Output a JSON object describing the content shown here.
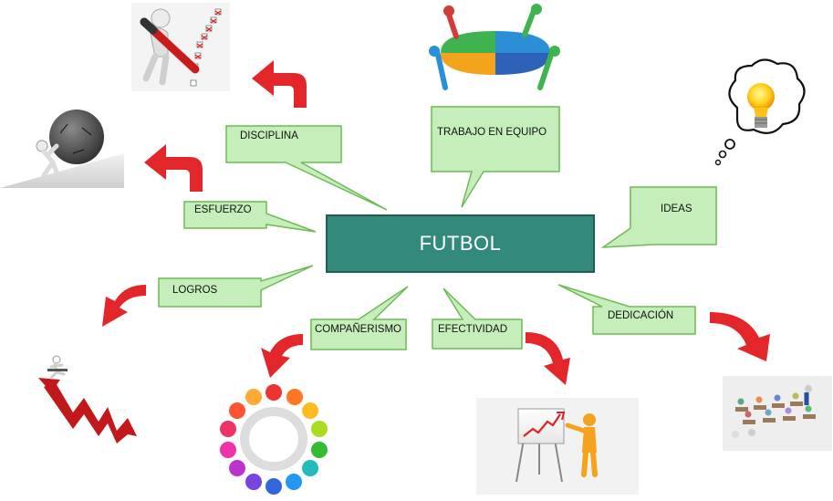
{
  "central": {
    "label": "FUTBOL"
  },
  "callouts": {
    "disciplina": "DISCIPLINA",
    "trabajo_en_equipo": "TRABAJO EN EQUIPO",
    "ideas": "IDEAS",
    "esfuerzo": "ESFUERZO",
    "logros": "LOGROS",
    "companerismo": "COMPAÑERISMO",
    "efectividad": "EFECTIVIDAD",
    "dedicacion": "DEDICACIÓN"
  },
  "colors": {
    "central_fill": "#338a7a",
    "central_border": "#1f5e52",
    "callout_fill": "#c6eebb",
    "callout_border": "#6cbb54",
    "arrow": "#e3262a"
  },
  "icons": [
    "checklist-pen-icon",
    "puzzle-team-icon",
    "lightbulb-idea-icon",
    "boulder-push-icon",
    "rising-graph-icon",
    "people-circle-icon",
    "presentation-chart-icon",
    "classroom-icon"
  ]
}
